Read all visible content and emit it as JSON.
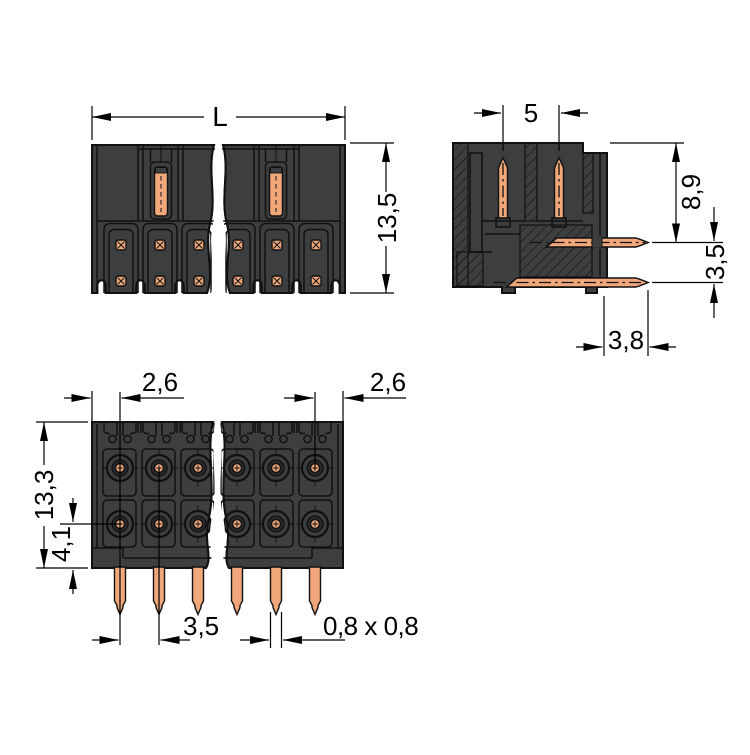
{
  "colors": {
    "background": "#ffffff",
    "body": "#3d3e40",
    "body_dark": "#28292b",
    "copper": "#f0a87a",
    "line": "#111111",
    "dim": "#000000"
  },
  "views": {
    "front": {
      "dims": {
        "overall_width": "L",
        "overall_height": "13,5"
      }
    },
    "side": {
      "dims": {
        "row_pitch": "5",
        "top_to_pin": "8,9",
        "pin_row_spacing": "3,5",
        "pin_setback": "3,8"
      }
    },
    "bottom": {
      "dims": {
        "edge_to_first_pin_left": "2,6",
        "edge_to_first_pin_right": "2,6",
        "overall_depth": "13,3",
        "pin_row_to_edge": "4,1",
        "pin_pitch": "3,5",
        "pin_cross_section": "0,8 x 0,8"
      }
    }
  }
}
